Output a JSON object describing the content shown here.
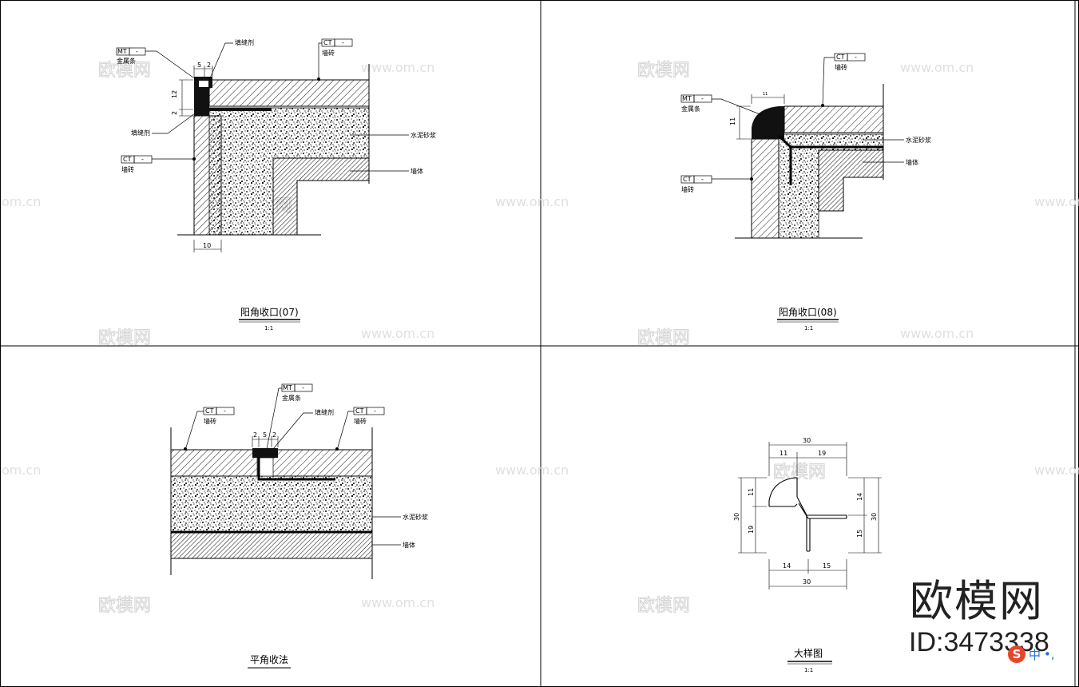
{
  "panels": [
    {
      "title": "阳角收口(07)",
      "scale": "1:1",
      "callouts": {
        "mt_code": "MT",
        "mt_dash": "-",
        "mt_label": "金属条",
        "ct_top_code": "CT",
        "ct_top_dash": "-",
        "ct_top_label": "墙砖",
        "ct_left_code": "CT",
        "ct_left_dash": "-",
        "ct_left_label": "墙砖",
        "filler_top": "填缝剂",
        "filler_left": "填缝剂",
        "mortar": "水泥砂浆",
        "wall": "墙体"
      },
      "dims": {
        "d5": "5",
        "d2": "2",
        "d12": "12",
        "d2b": "2",
        "d10": "10"
      }
    },
    {
      "title": "阳角收口(08)",
      "scale": "1:1",
      "callouts": {
        "mt_code": "MT",
        "mt_dash": "-",
        "mt_label": "金属条",
        "ct_top_code": "CT",
        "ct_top_dash": "-",
        "ct_top_label": "墙砖",
        "ct_left_code": "CT",
        "ct_left_dash": "-",
        "ct_left_label": "墙砖",
        "mortar": "水泥砂浆",
        "wall": "墙体"
      },
      "dims": {
        "d11v": "11",
        "d11h": "11"
      }
    },
    {
      "title": "平角收法",
      "callouts": {
        "mt_code": "MT",
        "mt_dash": "-",
        "mt_label": "金属条",
        "ct_l_code": "CT",
        "ct_l_dash": "-",
        "ct_l_label": "墙砖",
        "ct_r_code": "CT",
        "ct_r_dash": "-",
        "ct_r_label": "墙砖",
        "filler": "填缝剂",
        "mortar": "水泥砂浆",
        "wall": "墙体"
      },
      "dims": {
        "a": "2",
        "b": "5",
        "c": "2"
      }
    },
    {
      "title": "大样图",
      "scale": "1:1",
      "dims": {
        "top_total": "30",
        "top_a": "11",
        "top_b": "19",
        "left_total": "30",
        "left_a": "11",
        "left_b": "19",
        "right_total": "30",
        "right_a": "14",
        "right_b": "15",
        "bottom_total": "30",
        "bottom_a": "14",
        "bottom_b": "15"
      }
    }
  ],
  "watermarks": {
    "logo": "欧模网",
    "url": "www.om.cn",
    "url_partial": "om.cn",
    "url_left": "www.om.cn"
  },
  "brand": {
    "name": "欧模网",
    "id": "ID:3473338"
  },
  "ime": {
    "logo": "S",
    "lang": "中",
    "punct": "•,"
  }
}
